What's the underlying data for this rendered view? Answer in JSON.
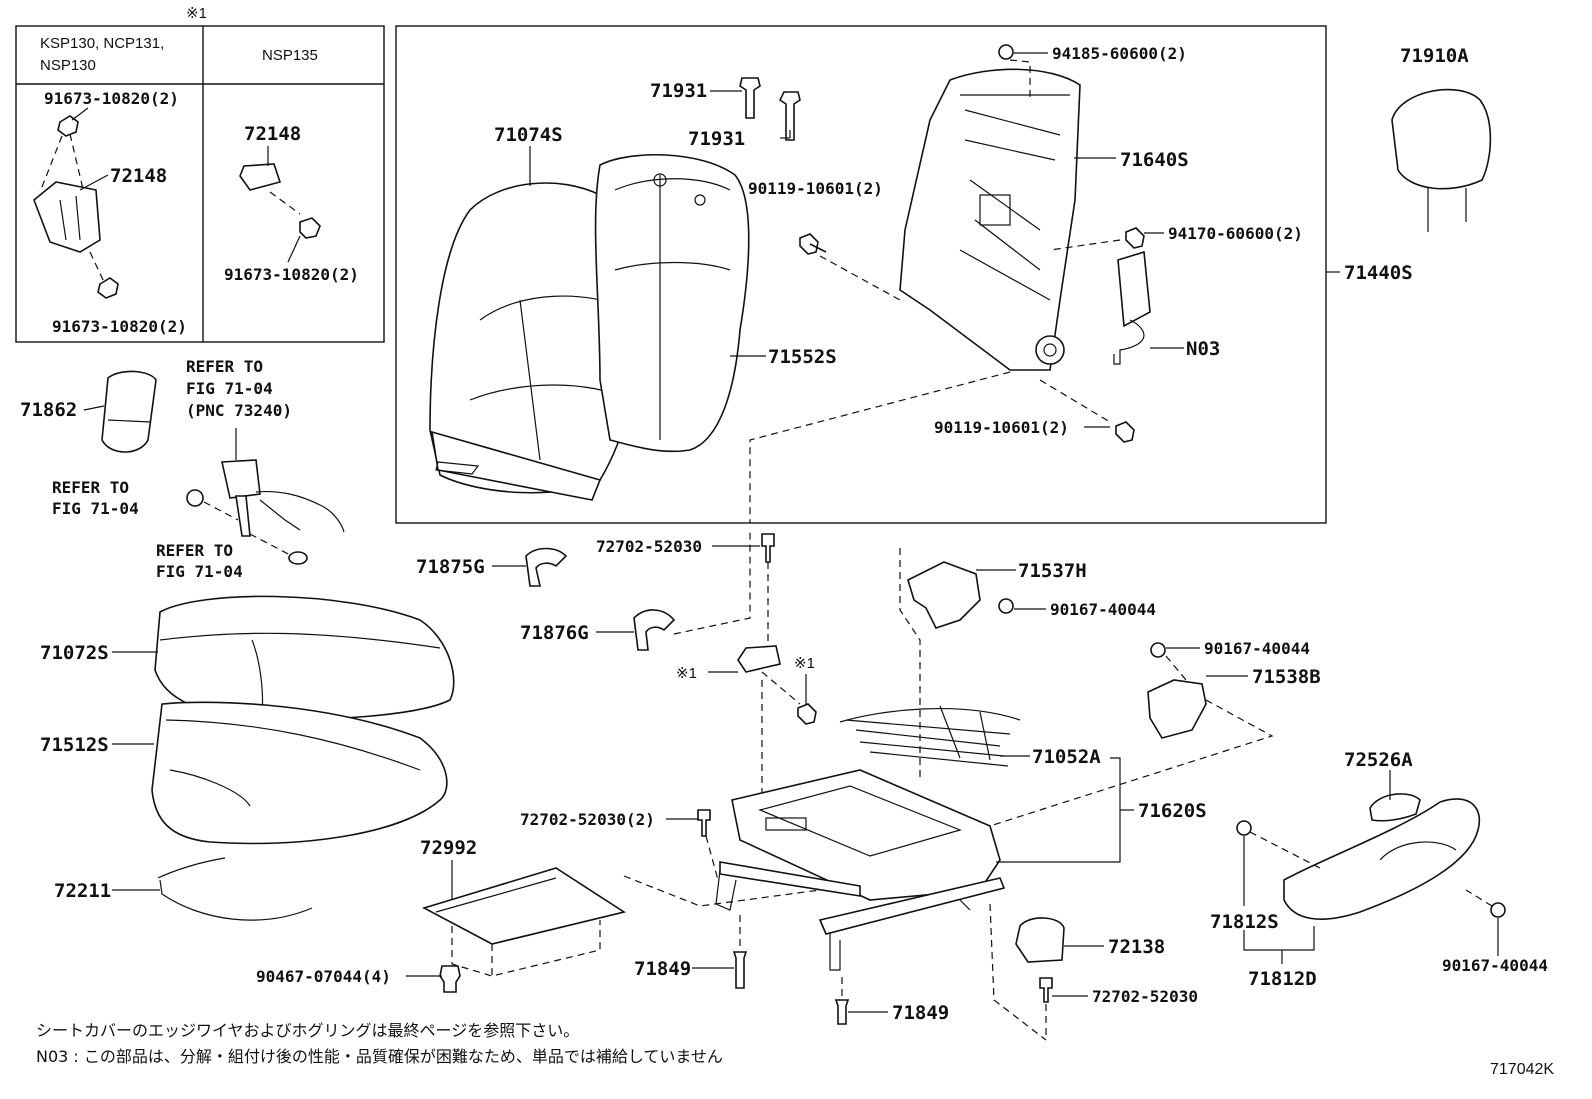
{
  "inset": {
    "mark": "※1",
    "col1_models": [
      "KSP130, NCP131,",
      "NSP130"
    ],
    "col2_model": "NSP135",
    "col1_parts": [
      "91673-10820(2)",
      "72148",
      "91673-10820(2)"
    ],
    "col2_parts": [
      "72148",
      "91673-10820(2)"
    ]
  },
  "callouts": [
    {
      "id": "71910A",
      "text": "71910A"
    },
    {
      "id": "71931a",
      "text": "71931"
    },
    {
      "id": "71931b",
      "text": "71931"
    },
    {
      "id": "94185",
      "text": "94185-60600(2)"
    },
    {
      "id": "71640S",
      "text": "71640S"
    },
    {
      "id": "71074S",
      "text": "71074S"
    },
    {
      "id": "90119a",
      "text": "90119-10601(2)"
    },
    {
      "id": "94170",
      "text": "94170-60600(2)"
    },
    {
      "id": "71440S",
      "text": "71440S"
    },
    {
      "id": "N03",
      "text": "N03"
    },
    {
      "id": "71552S",
      "text": "71552S"
    },
    {
      "id": "90119b",
      "text": "90119-10601(2)"
    },
    {
      "id": "71862",
      "text": "71862"
    },
    {
      "id": "72702a",
      "text": "72702-52030"
    },
    {
      "id": "71875G",
      "text": "71875G"
    },
    {
      "id": "71537H",
      "text": "71537H"
    },
    {
      "id": "90167a",
      "text": "90167-40044"
    },
    {
      "id": "71876G",
      "text": "71876G"
    },
    {
      "id": "90167b",
      "text": "90167-40044"
    },
    {
      "id": "71538B",
      "text": "71538B"
    },
    {
      "id": "71072S",
      "text": "71072S"
    },
    {
      "id": "mark1a",
      "text": "※1"
    },
    {
      "id": "mark1b",
      "text": "※1"
    },
    {
      "id": "71052A",
      "text": "71052A"
    },
    {
      "id": "71512S",
      "text": "71512S"
    },
    {
      "id": "72526A",
      "text": "72526A"
    },
    {
      "id": "72702b",
      "text": "72702-52030(2)"
    },
    {
      "id": "71620S",
      "text": "71620S"
    },
    {
      "id": "72992",
      "text": "72992"
    },
    {
      "id": "71812S",
      "text": "71812S"
    },
    {
      "id": "72211",
      "text": "72211"
    },
    {
      "id": "72138",
      "text": "72138"
    },
    {
      "id": "71812D",
      "text": "71812D"
    },
    {
      "id": "71849a",
      "text": "71849"
    },
    {
      "id": "90467",
      "text": "90467-07044(4)"
    },
    {
      "id": "90167c",
      "text": "90167-40044"
    },
    {
      "id": "72702c",
      "text": "72702-52030"
    },
    {
      "id": "71849b",
      "text": "71849"
    }
  ],
  "refer_notes": [
    [
      "REFER TO",
      "FIG 71-04",
      "(PNC 73240)"
    ],
    [
      "REFER TO",
      "FIG 71-04"
    ],
    [
      "REFER TO",
      "FIG 71-04"
    ]
  ],
  "footnotes": [
    "シートカバーのエッジワイヤおよびホグリングは最終ページを参照下さい。",
    "N03 : この部品は、分解・組付け後の性能・品質確保が困難なため、単品では補給していません"
  ],
  "figure_id": "717042K"
}
